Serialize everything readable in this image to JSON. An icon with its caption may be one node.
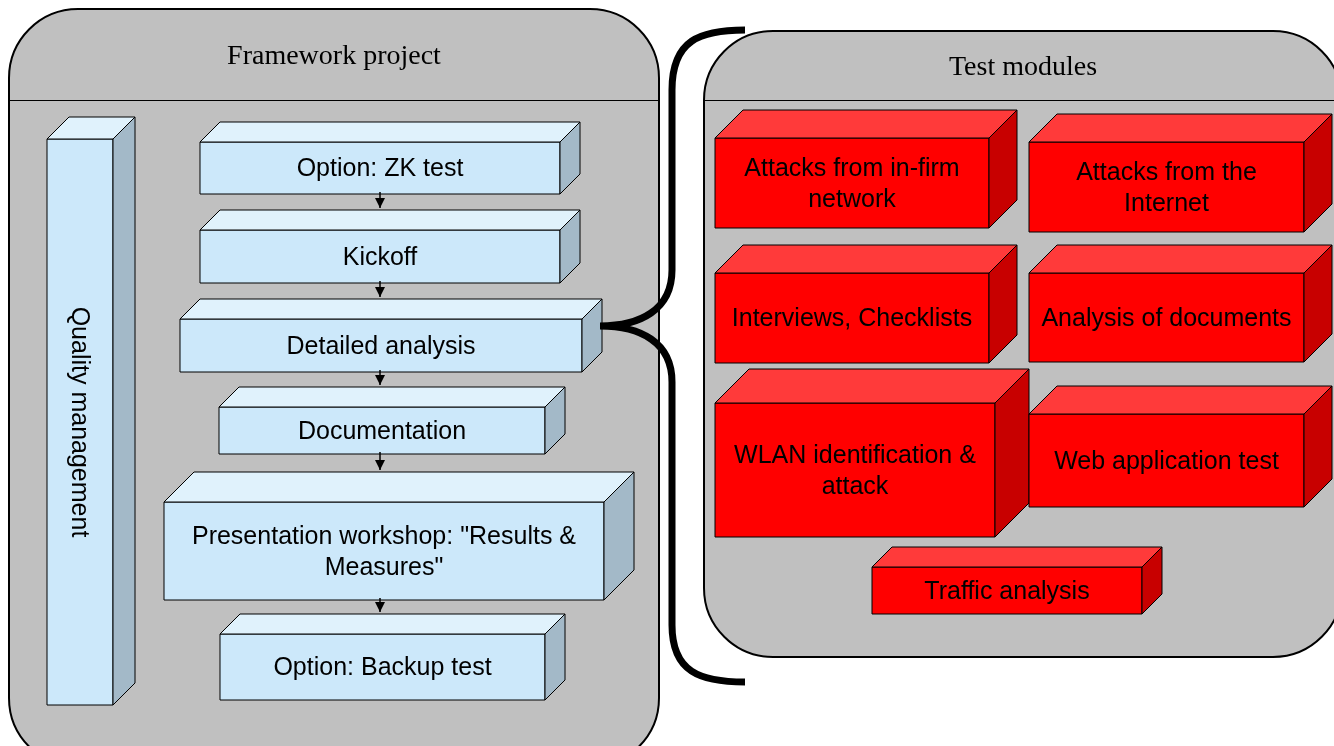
{
  "diagram": {
    "nodes": [
      {
        "text": [
          "Framework project"
        ]
      },
      {
        "text": [
          "Quality management"
        ],
        "in": 0
      },
      {
        "text": [
          "Option: ZK test"
        ],
        "in": 0
      },
      {
        "text": [
          "Kickoff"
        ],
        "in": 0
      },
      {
        "text": [
          "Detailed analysis"
        ],
        "in": 0
      },
      {
        "text": [
          "Documentation"
        ],
        "in": 0
      },
      {
        "text": [
          "Presentation workshop: \"Results & Measures\""
        ],
        "in": 0
      },
      {
        "text": [
          "Option: Backup test"
        ],
        "in": 0
      },
      {
        "text": [
          "Test modules"
        ]
      },
      {
        "text": [
          "Attacks from in-firm network"
        ],
        "in": 8
      },
      {
        "text": [
          "Attacks from the Internet"
        ],
        "in": 8
      },
      {
        "text": [
          "Interviews, Checklists"
        ],
        "in": 8
      },
      {
        "text": [
          "Analysis of documents"
        ],
        "in": 8
      },
      {
        "text": [
          "WLAN identification & attack"
        ],
        "in": 8
      },
      {
        "text": [
          "Web application test"
        ],
        "in": 8
      },
      {
        "text": [
          "Traffic analysis"
        ],
        "in": 8
      }
    ],
    "edges": [
      {
        "from": 2,
        "to": 3,
        "arrow": "to"
      },
      {
        "from": 3,
        "to": 4,
        "arrow": "to"
      },
      {
        "from": 4,
        "to": 5,
        "arrow": "to"
      },
      {
        "from": 5,
        "to": 6,
        "arrow": "to"
      },
      {
        "from": 6,
        "to": 7,
        "arrow": "to"
      }
    ]
  }
}
